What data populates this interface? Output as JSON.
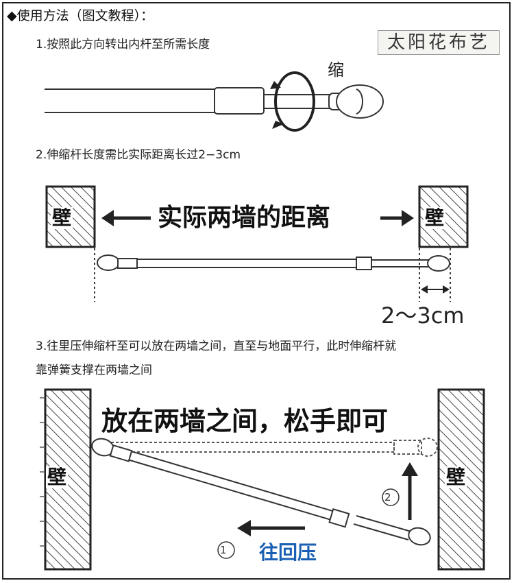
{
  "title": "◆使用方法（图文教程）：",
  "brand": "太阳花布艺",
  "steps": {
    "s1": "1.按照此方向转出内杆至所需长度",
    "s2": "2.伸缩杆长度需比实际距离长过2−3cm",
    "s3_line1": "3.往里压伸缩杆至可以放在两墙之间，直至与地面平行，此时伸缩杆就",
    "s3_line2": "靠弹簧支撑在两墙之间"
  },
  "diagram1": {
    "shrink_label": "缩"
  },
  "diagram2": {
    "distance_label": "实际两墙的距离",
    "wall_label": "壁",
    "gap_label": "2～3cm"
  },
  "diagram3": {
    "place_label": "放在两墙之间，松手即可",
    "wall_label": "壁",
    "push_label": "往回压",
    "step1_marker": "1",
    "step2_marker": "2"
  },
  "colors": {
    "accent": "#1a5fb4",
    "ink": "#222222"
  }
}
